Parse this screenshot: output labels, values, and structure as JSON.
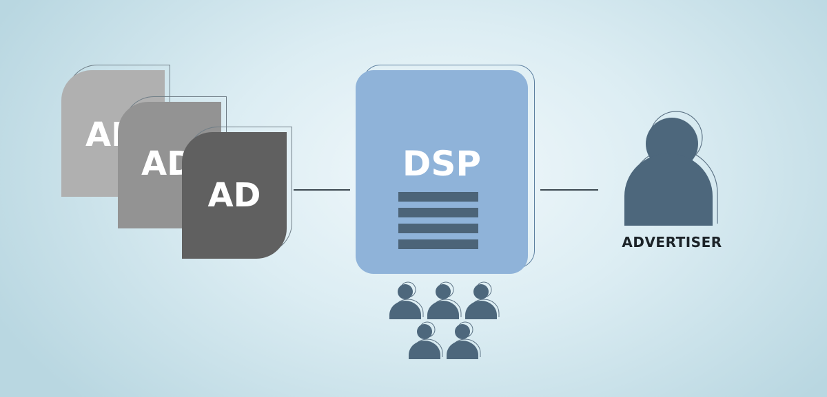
{
  "ads": {
    "label": "AD",
    "colors": [
      "#b0b0b0",
      "#939393",
      "#606060"
    ]
  },
  "dsp": {
    "title": "DSP",
    "color": "#8fb3d9",
    "bar_color": "#4c6478",
    "bar_count": 4
  },
  "advertiser": {
    "label": "ADVERTISER",
    "icon": "person-icon",
    "color": "#4d677c"
  },
  "audience": {
    "icon": "person-icon",
    "count": 5,
    "color": "#4d677c"
  },
  "connector_color": "#3c4850"
}
